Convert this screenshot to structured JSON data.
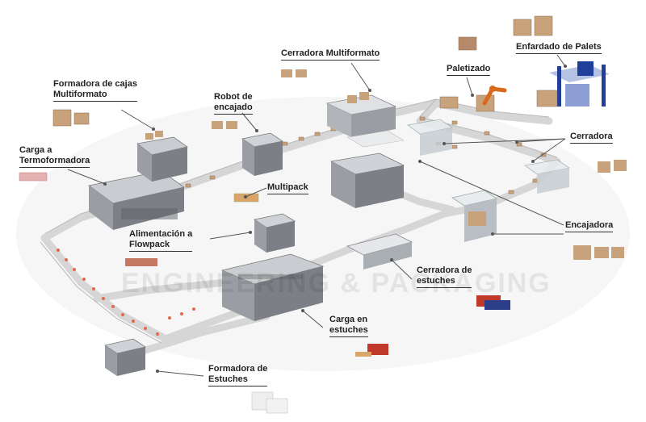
{
  "watermark": {
    "line1": "ENGINEERING & PACKAGING"
  },
  "labels": {
    "formadora_cajas": "Formadora de cajas\nMultiformato",
    "robot_encajado": "Robot de\nencajado",
    "cerradora_multiformato": "Cerradora Multiformato",
    "paletizado": "Paletizado",
    "enfardado": "Enfardado de Palets",
    "carga_termo": "Carga a\nTermoformadora",
    "cerradora": "Cerradora",
    "multipack": "Multipack",
    "encajadora": "Encajadora",
    "alimentacion": "Alimentación a\nFlowpack",
    "cerradora_estuches": "Cerradora de\nestuches",
    "carga_estuches": "Carga en\nestuches",
    "formadora_estuches": "Formadora de\nEstuches"
  },
  "colors": {
    "conveyor": "#d8d8d8",
    "machine": "#8a8d92",
    "box": "#c7a27a",
    "label": "#222222",
    "line": "#555555",
    "robot": "#d96a1c",
    "wrapper": "#1f3f9a",
    "product": "#d94b3b"
  }
}
